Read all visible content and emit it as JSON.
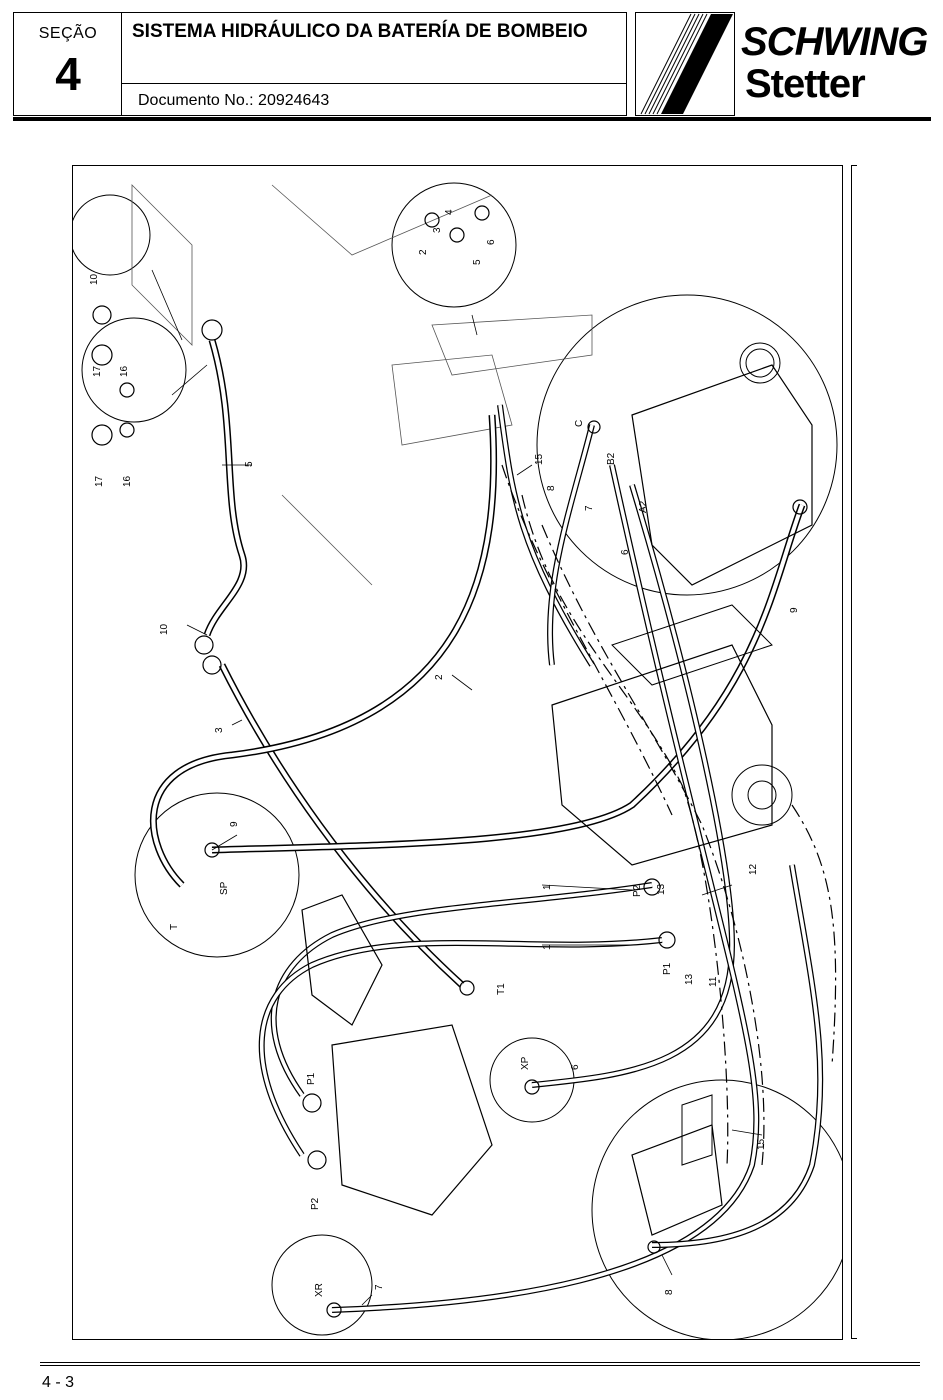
{
  "header": {
    "section_label": "SEÇÃO",
    "section_number": "4",
    "title": "SISTEMA HIDRÁULICO DA BATERÍA DE BOMBEIO",
    "document": "Documento No.: 20924643",
    "logo_line1": "SCHWING",
    "logo_line2": "Stetter"
  },
  "diagram": {
    "callouts": [
      "10",
      "17",
      "16",
      "17",
      "16",
      "5",
      "10",
      "3",
      "2",
      "9",
      "T",
      "SP",
      "1",
      "1",
      "P2",
      "P1",
      "13",
      "13",
      "12",
      "11",
      "T1",
      "XP",
      "6",
      "P1",
      "P2",
      "XR",
      "7",
      "15",
      "8",
      "15",
      "8",
      "7",
      "6",
      "9",
      "C",
      "B2",
      "A2",
      "2",
      "3",
      "4",
      "5",
      "6"
    ]
  },
  "footer": {
    "page": "4 - 3"
  }
}
